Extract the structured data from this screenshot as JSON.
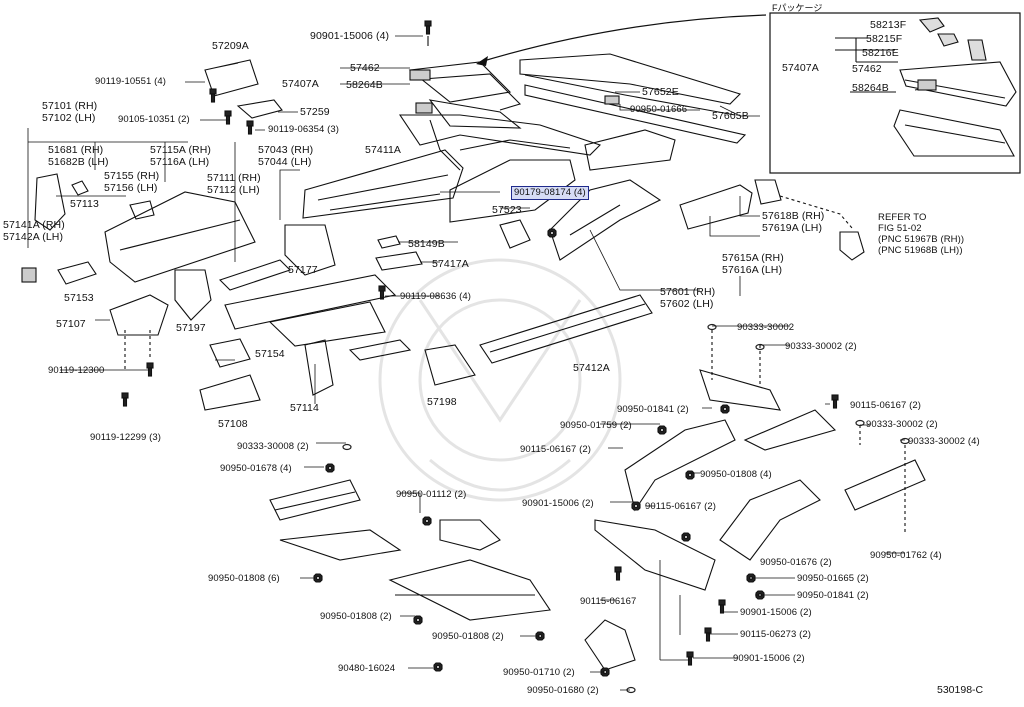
{
  "diagram_code": "530198-C",
  "inset": {
    "title": "Fパッケージ"
  },
  "refer": "REFER TO\nFIG 51-02\n(PNC 51967B (RH))\n(PNC 51968B (LH))",
  "labels": [
    {
      "id": "p90901_15006_4",
      "text": "90901-15006 (4)"
    },
    {
      "id": "p57209A",
      "text": "57209A"
    },
    {
      "id": "p90119_10551",
      "text": "90119-10551 (4)"
    },
    {
      "id": "p57101",
      "text": "57101 (RH)"
    },
    {
      "id": "p57102",
      "text": "57102 (LH)"
    },
    {
      "id": "p90105_10351",
      "text": "90105-10351 (2)"
    },
    {
      "id": "p57259",
      "text": "57259"
    },
    {
      "id": "p90119_06354",
      "text": "90119-06354 (3)"
    },
    {
      "id": "p57407A",
      "text": "57407A"
    },
    {
      "id": "p57462",
      "text": "57462"
    },
    {
      "id": "p58264B",
      "text": "58264B"
    },
    {
      "id": "p57652E",
      "text": "57652E"
    },
    {
      "id": "p90950_01666",
      "text": "90950-01666"
    },
    {
      "id": "p57605B",
      "text": "57605B"
    },
    {
      "id": "p51681",
      "text": "51681  (RH)"
    },
    {
      "id": "p51682B",
      "text": "51682B (LH)"
    },
    {
      "id": "p57115A",
      "text": "57115A (RH)"
    },
    {
      "id": "p57116A",
      "text": "57116A (LH)"
    },
    {
      "id": "p57043",
      "text": "57043 (RH)"
    },
    {
      "id": "p57044",
      "text": "57044 (LH)"
    },
    {
      "id": "p57411A",
      "text": "57411A"
    },
    {
      "id": "p57155",
      "text": "57155 (RH)"
    },
    {
      "id": "p57156",
      "text": "57156 (LH)"
    },
    {
      "id": "p57111",
      "text": "57111 (RH)"
    },
    {
      "id": "p57112",
      "text": "57112 (LH)"
    },
    {
      "id": "p57113",
      "text": "57113"
    },
    {
      "id": "p90179_08174",
      "text": "90179-08174 (4)"
    },
    {
      "id": "p57523",
      "text": "57523"
    },
    {
      "id": "p57141A",
      "text": "57141A (RH)"
    },
    {
      "id": "p57142A",
      "text": "57142A (LH)"
    },
    {
      "id": "p58149B",
      "text": "58149B"
    },
    {
      "id": "p57417A",
      "text": "57417A"
    },
    {
      "id": "p57177",
      "text": "57177"
    },
    {
      "id": "p57618B",
      "text": "57618B (RH)"
    },
    {
      "id": "p57619A",
      "text": "57619A (LH)"
    },
    {
      "id": "p57615A",
      "text": "57615A (RH)"
    },
    {
      "id": "p57616A",
      "text": "57616A (LH)"
    },
    {
      "id": "p57153",
      "text": "57153"
    },
    {
      "id": "p90119_08636",
      "text": "90119-08636 (4)"
    },
    {
      "id": "p57601",
      "text": "57601 (RH)"
    },
    {
      "id": "p57602",
      "text": "57602 (LH)"
    },
    {
      "id": "p57107",
      "text": "57107"
    },
    {
      "id": "p57197",
      "text": "57197"
    },
    {
      "id": "p90333_30002_a",
      "text": "90333-30002"
    },
    {
      "id": "p90333_30002_b",
      "text": "90333-30002 (2)"
    },
    {
      "id": "p57154",
      "text": "57154"
    },
    {
      "id": "p57412A",
      "text": "57412A"
    },
    {
      "id": "p90119_12300",
      "text": "90119-12300"
    },
    {
      "id": "p57114",
      "text": "57114"
    },
    {
      "id": "p57198",
      "text": "57198"
    },
    {
      "id": "p57108",
      "text": "57108"
    },
    {
      "id": "p90950_01841_a",
      "text": "90950-01841 (2)"
    },
    {
      "id": "p90115_06167_a",
      "text": "90115-06167 (2)"
    },
    {
      "id": "p90119_12299",
      "text": "90119-12299 (3)"
    },
    {
      "id": "p90950_01759",
      "text": "90950-01759 (2)"
    },
    {
      "id": "p90333_30002_c",
      "text": "90333-30002 (2)"
    },
    {
      "id": "p90333_30008",
      "text": "90333-30008 (2)"
    },
    {
      "id": "p90115_06167_b",
      "text": "90115-06167 (2)"
    },
    {
      "id": "p90333_30002_d",
      "text": "90333-30002 (4)"
    },
    {
      "id": "p90950_01678",
      "text": "90950-01678 (4)"
    },
    {
      "id": "p90950_01808_4",
      "text": "90950-01808 (4)"
    },
    {
      "id": "p90950_01112",
      "text": "90950-01112 (2)"
    },
    {
      "id": "p90901_15006_2a",
      "text": "90901-15006 (2)"
    },
    {
      "id": "p90115_06167_c",
      "text": "90115-06167 (2)"
    },
    {
      "id": "p90950_01762",
      "text": "90950-01762 (4)"
    },
    {
      "id": "p90950_01676",
      "text": "90950-01676 (2)"
    },
    {
      "id": "p90950_01808_6",
      "text": "90950-01808 (6)"
    },
    {
      "id": "p90950_01665",
      "text": "90950-01665 (2)"
    },
    {
      "id": "p90115_06167_d",
      "text": "90115-06167"
    },
    {
      "id": "p90950_01841_b",
      "text": "90950-01841 (2)"
    },
    {
      "id": "p90950_01808_2a",
      "text": "90950-01808 (2)"
    },
    {
      "id": "p90901_15006_2b",
      "text": "90901-15006 (2)"
    },
    {
      "id": "p90950_01808_2b",
      "text": "90950-01808 (2)"
    },
    {
      "id": "p90115_06273",
      "text": "90115-06273 (2)"
    },
    {
      "id": "p90480_16024",
      "text": "90480-16024"
    },
    {
      "id": "p90950_01710",
      "text": "90950-01710 (2)"
    },
    {
      "id": "p90901_15006_2c",
      "text": "90901-15006 (2)"
    },
    {
      "id": "p90950_01680",
      "text": "90950-01680 (2)"
    }
  ],
  "inset_labels": [
    {
      "id": "i58213F",
      "text": "58213F"
    },
    {
      "id": "i58215F",
      "text": "58215F"
    },
    {
      "id": "i58216E",
      "text": "58216E"
    },
    {
      "id": "i57407A",
      "text": "57407A"
    },
    {
      "id": "i57462",
      "text": "57462"
    },
    {
      "id": "i58264B",
      "text": "58264B"
    }
  ],
  "highlight_id": "p90179_08174",
  "colors": {
    "ink": "#111111",
    "highlight_bg": "#d6dcf5",
    "highlight_border": "#1f2a8c",
    "watermark": "#e6e6e6"
  }
}
